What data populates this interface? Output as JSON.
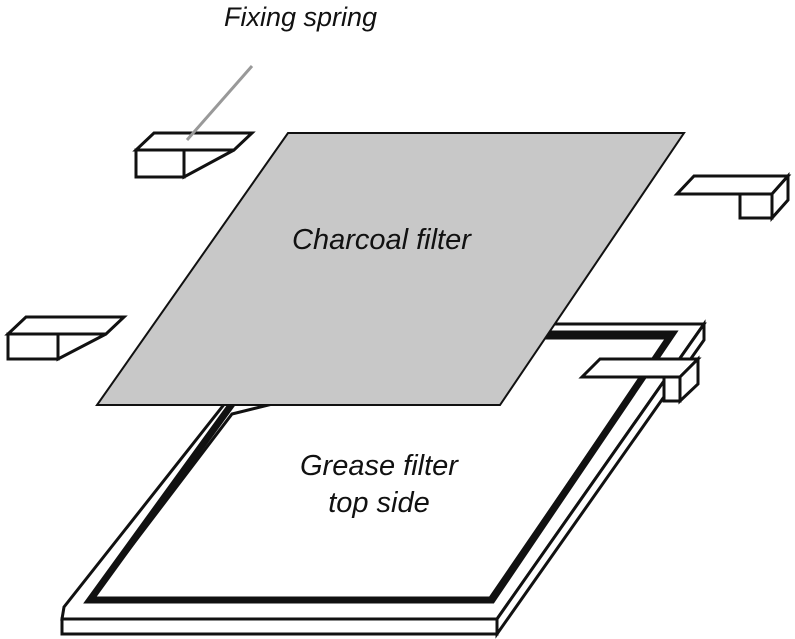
{
  "labels": {
    "fixing_spring": "Fixing spring",
    "charcoal_filter": "Charcoal filter",
    "grease_filter_line1": "Grease filter",
    "grease_filter_line2": "top side"
  },
  "colors": {
    "charcoal_fill": "#c8c8c8",
    "outline": "#111111",
    "leader_line": "#999999",
    "background": "#ffffff"
  }
}
